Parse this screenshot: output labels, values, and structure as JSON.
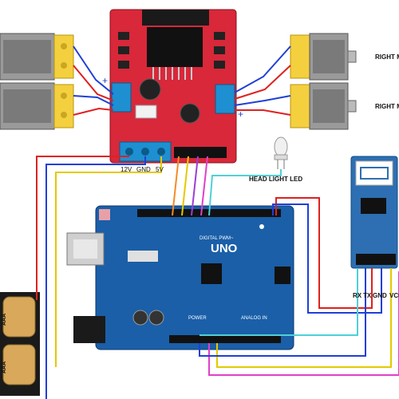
{
  "labels": {
    "right_motor_top": "RIGHT M",
    "right_motor_bottom": "RIGHT M",
    "driver_12v": "12V",
    "driver_gnd": "GND",
    "driver_5v": "5V",
    "head_light": "HEAD LIGHT LED",
    "bt_rx": "RX",
    "bt_tx": "TX",
    "bt_gnd": "GND",
    "bt_vcc": "VCC",
    "uno": "UNO",
    "digital": "DIGITAL PWM~",
    "power": "POWER",
    "analog": "ANALOG IN",
    "battery_top": "AAA",
    "battery_bottom": "AAA",
    "plus_left": "+",
    "plus_right": "+"
  },
  "colors": {
    "driver_board": "#d8283a",
    "arduino_board": "#1a5fa8",
    "bluetooth_board": "#2d6fb2",
    "motor_body": "#8a8a8a",
    "motor_gear": "#f4d03f",
    "terminal": "#1e8fd0",
    "wire_red": "#e02020",
    "wire_blue": "#1f3fd8",
    "wire_yellow": "#e5c900",
    "wire_orange": "#f28c28",
    "wire_purple": "#9b3fd6",
    "wire_pink": "#e040c8",
    "wire_cyan": "#4fd0d8",
    "wire_green": "#3aa84a"
  }
}
